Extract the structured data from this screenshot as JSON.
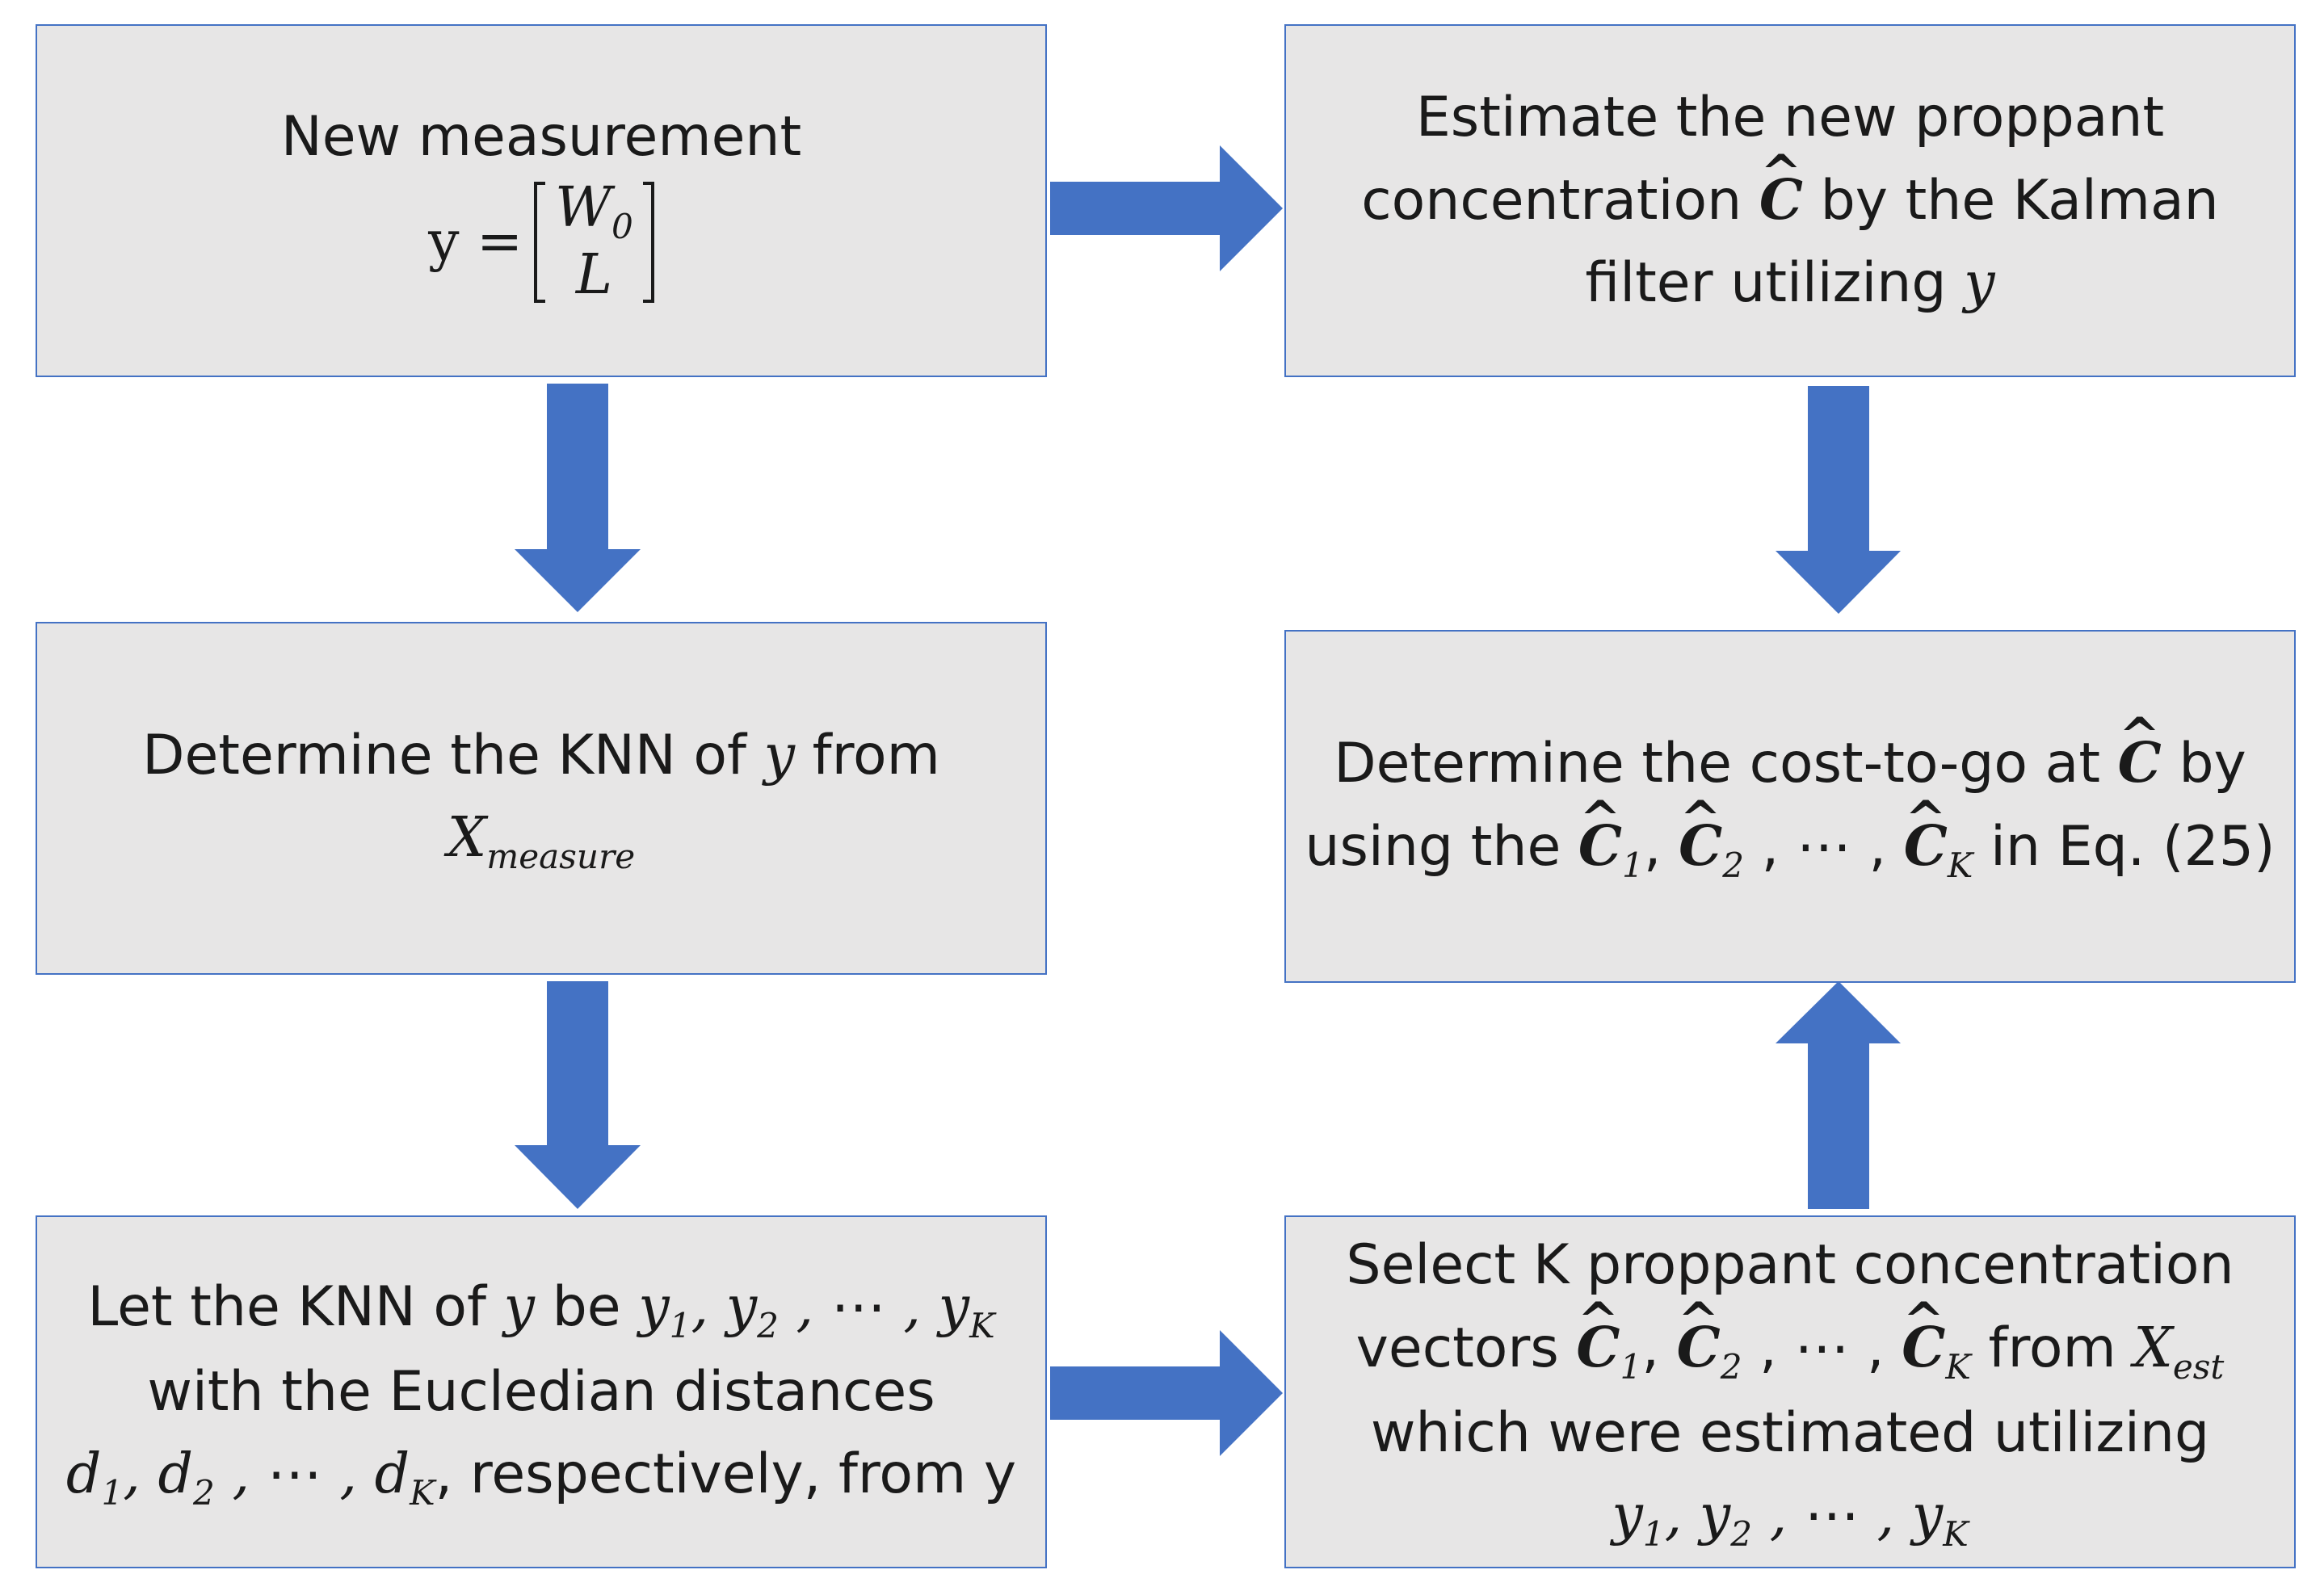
{
  "colors": {
    "box_fill": "#e7e6e6",
    "box_border": "#4472c4",
    "arrow": "#4472c4"
  },
  "boxes": {
    "measurement": {
      "title": "New measurement",
      "lhs": "y =",
      "v1": "W",
      "v1_sub": "0",
      "v2": "L"
    },
    "knn": {
      "text": "Determine the KNN of",
      "var": "y",
      "from": "from",
      "X": "X",
      "X_sub": "measure"
    },
    "let_knn": {
      "l1a": "Let the KNN of",
      "l1var": "y",
      "l1b": "be",
      "l2": "with the Eucledian distances",
      "l3": ", respectively, from y",
      "y": "y",
      "d": "d",
      "dots": "⋯",
      "K": "K",
      "s1": "1",
      "s2": "2"
    },
    "estimate": {
      "l1": "Estimate the new proppant",
      "l2a": "concentration",
      "l2b": "by the Kalman",
      "l3a": "filter utilizing",
      "C": "C",
      "y": "y"
    },
    "cost": {
      "l1a": "Determine the cost-to-go at",
      "l1b": "by",
      "l2a": "using the",
      "l2b": "in Eq. (25)",
      "C": "C",
      "dots": "⋯",
      "K": "K",
      "s1": "1",
      "s2": "2"
    },
    "select": {
      "l1": "Select K proppant concentration",
      "l2a": "vectors",
      "l2b": "from",
      "X": "X",
      "X_sub": "est",
      "l3": "which were estimated utilizing",
      "C": "C",
      "y": "y",
      "dots": "⋯",
      "K": "K",
      "s1": "1",
      "s2": "2"
    }
  }
}
